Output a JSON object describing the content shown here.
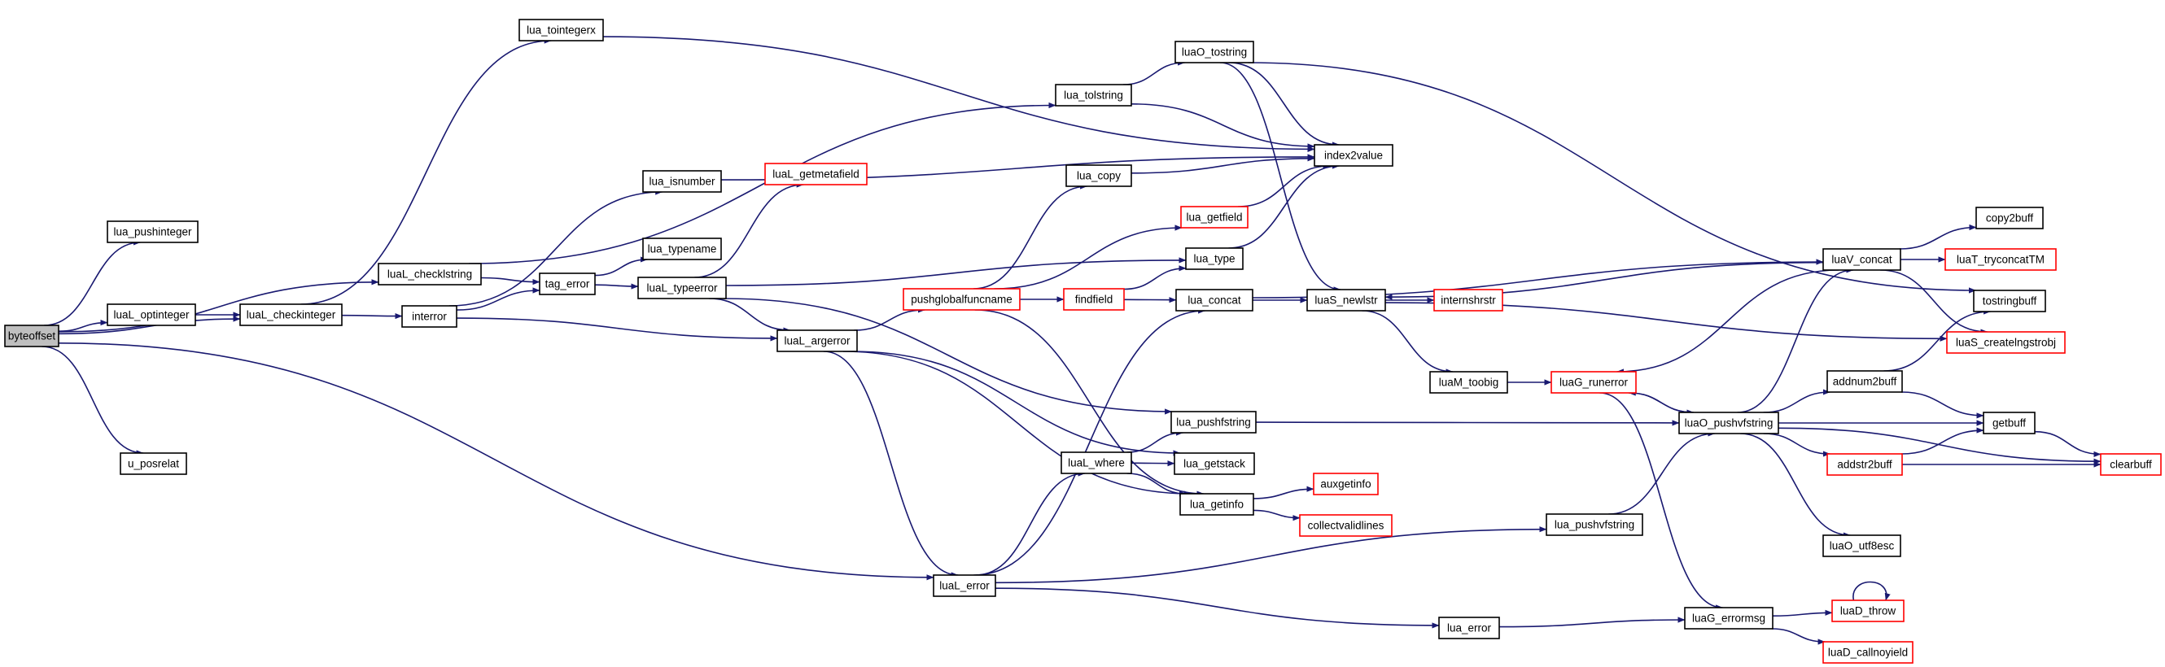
{
  "graph": {
    "title": "",
    "nodes": [
      {
        "id": "byteoffset",
        "label": "byteoffset",
        "root": true
      },
      {
        "id": "lua_pushinteger",
        "label": "lua_pushinteger"
      },
      {
        "id": "luaL_optinteger",
        "label": "luaL_optinteger"
      },
      {
        "id": "u_posrelat",
        "label": "u_posrelat"
      },
      {
        "id": "luaL_checkinteger",
        "label": "luaL_checkinteger"
      },
      {
        "id": "luaL_checklstring",
        "label": "luaL_checklstring"
      },
      {
        "id": "lua_tointegerx",
        "label": "lua_tointegerx"
      },
      {
        "id": "interror",
        "label": "interror"
      },
      {
        "id": "lua_isnumber",
        "label": "lua_isnumber"
      },
      {
        "id": "tag_error",
        "label": "tag_error"
      },
      {
        "id": "lua_typename",
        "label": "lua_typename"
      },
      {
        "id": "luaL_typeerror",
        "label": "luaL_typeerror"
      },
      {
        "id": "luaL_getmetafield",
        "label": "luaL_getmetafield",
        "red": true
      },
      {
        "id": "luaL_argerror",
        "label": "luaL_argerror"
      },
      {
        "id": "luaL_error",
        "label": "luaL_error"
      },
      {
        "id": "pushglobalfuncname",
        "label": "pushglobalfuncname",
        "red": true
      },
      {
        "id": "lua_copy",
        "label": "lua_copy"
      },
      {
        "id": "findfield",
        "label": "findfield",
        "red": true
      },
      {
        "id": "luaL_where",
        "label": "luaL_where"
      },
      {
        "id": "lua_tolstring",
        "label": "lua_tolstring"
      },
      {
        "id": "luaO_tostring",
        "label": "luaO_tostring"
      },
      {
        "id": "lua_getfield",
        "label": "lua_getfield",
        "red": true
      },
      {
        "id": "lua_type",
        "label": "lua_type"
      },
      {
        "id": "lua_concat",
        "label": "lua_concat"
      },
      {
        "id": "lua_pushfstring",
        "label": "lua_pushfstring"
      },
      {
        "id": "lua_getstack",
        "label": "lua_getstack"
      },
      {
        "id": "lua_getinfo",
        "label": "lua_getinfo"
      },
      {
        "id": "index2value",
        "label": "index2value"
      },
      {
        "id": "auxgetinfo",
        "label": "auxgetinfo",
        "red": true
      },
      {
        "id": "collectvalidlines",
        "label": "collectvalidlines",
        "red": true
      },
      {
        "id": "luaS_newlstr",
        "label": "luaS_newlstr"
      },
      {
        "id": "internshrstr",
        "label": "internshrstr",
        "red": true
      },
      {
        "id": "luaM_toobig",
        "label": "luaM_toobig"
      },
      {
        "id": "lua_error",
        "label": "lua_error"
      },
      {
        "id": "lua_pushvfstring",
        "label": "lua_pushvfstring"
      },
      {
        "id": "luaG_runerror",
        "label": "luaG_runerror",
        "red": true
      },
      {
        "id": "luaO_pushvfstring",
        "label": "luaO_pushvfstring"
      },
      {
        "id": "luaG_errormsg",
        "label": "luaG_errormsg"
      },
      {
        "id": "luaV_concat",
        "label": "luaV_concat"
      },
      {
        "id": "luaO_utf8esc",
        "label": "luaO_utf8esc"
      },
      {
        "id": "luaD_throw",
        "label": "luaD_throw",
        "red": true
      },
      {
        "id": "luaD_callnoyield",
        "label": "luaD_callnoyield",
        "red": true
      },
      {
        "id": "copy2buff",
        "label": "copy2buff"
      },
      {
        "id": "luaT_tryconcatTM",
        "label": "luaT_tryconcatTM",
        "red": true
      },
      {
        "id": "tostringbuff",
        "label": "tostringbuff"
      },
      {
        "id": "luaS_createlngstrobj",
        "label": "luaS_createlngstrobj",
        "red": true
      },
      {
        "id": "addnum2buff",
        "label": "addnum2buff"
      },
      {
        "id": "getbuff",
        "label": "getbuff"
      },
      {
        "id": "addstr2buff",
        "label": "addstr2buff",
        "red": true
      },
      {
        "id": "clearbuff",
        "label": "clearbuff",
        "red": true
      }
    ],
    "edges": [
      [
        "byteoffset",
        "lua_pushinteger"
      ],
      [
        "byteoffset",
        "luaL_optinteger"
      ],
      [
        "byteoffset",
        "u_posrelat"
      ],
      [
        "byteoffset",
        "luaL_checkinteger"
      ],
      [
        "byteoffset",
        "luaL_checklstring"
      ],
      [
        "byteoffset",
        "luaL_error"
      ],
      [
        "luaL_optinteger",
        "luaL_checkinteger"
      ],
      [
        "luaL_checkinteger",
        "lua_tointegerx"
      ],
      [
        "luaL_checkinteger",
        "interror"
      ],
      [
        "luaL_checklstring",
        "lua_tolstring"
      ],
      [
        "luaL_checklstring",
        "tag_error"
      ],
      [
        "interror",
        "lua_isnumber"
      ],
      [
        "interror",
        "tag_error"
      ],
      [
        "interror",
        "luaL_argerror"
      ],
      [
        "tag_error",
        "lua_typename"
      ],
      [
        "tag_error",
        "luaL_typeerror"
      ],
      [
        "luaL_typeerror",
        "luaL_getmetafield"
      ],
      [
        "luaL_typeerror",
        "lua_type"
      ],
      [
        "luaL_typeerror",
        "luaL_argerror"
      ],
      [
        "luaL_typeerror",
        "lua_pushfstring"
      ],
      [
        "luaL_argerror",
        "pushglobalfuncname"
      ],
      [
        "luaL_argerror",
        "lua_getstack"
      ],
      [
        "luaL_argerror",
        "lua_getinfo"
      ],
      [
        "luaL_argerror",
        "luaL_error"
      ],
      [
        "luaL_error",
        "luaL_where"
      ],
      [
        "luaL_error",
        "lua_concat"
      ],
      [
        "luaL_error",
        "lua_pushvfstring"
      ],
      [
        "luaL_error",
        "lua_error"
      ],
      [
        "pushglobalfuncname",
        "lua_copy"
      ],
      [
        "pushglobalfuncname",
        "lua_getfield"
      ],
      [
        "pushglobalfuncname",
        "findfield"
      ],
      [
        "pushglobalfuncname",
        "lua_getinfo"
      ],
      [
        "findfield",
        "lua_type"
      ],
      [
        "findfield",
        "lua_concat"
      ],
      [
        "luaL_where",
        "lua_pushfstring"
      ],
      [
        "luaL_where",
        "lua_getstack"
      ],
      [
        "luaL_where",
        "lua_getinfo"
      ],
      [
        "lua_tointegerx",
        "index2value"
      ],
      [
        "lua_isnumber",
        "index2value"
      ],
      [
        "lua_tolstring",
        "luaO_tostring"
      ],
      [
        "lua_tolstring",
        "index2value"
      ],
      [
        "luaO_tostring",
        "index2value"
      ],
      [
        "luaO_tostring",
        "luaS_newlstr"
      ],
      [
        "luaO_tostring",
        "tostringbuff"
      ],
      [
        "lua_copy",
        "index2value"
      ],
      [
        "lua_getfield",
        "index2value"
      ],
      [
        "lua_type",
        "index2value"
      ],
      [
        "lua_concat",
        "luaV_concat"
      ],
      [
        "lua_concat",
        "luaS_newlstr"
      ],
      [
        "lua_pushfstring",
        "luaO_pushvfstring"
      ],
      [
        "lua_getinfo",
        "auxgetinfo"
      ],
      [
        "lua_getinfo",
        "collectvalidlines"
      ],
      [
        "luaS_newlstr",
        "internshrstr"
      ],
      [
        "luaS_newlstr",
        "luaM_toobig"
      ],
      [
        "luaS_newlstr",
        "luaS_createlngstrobj"
      ],
      [
        "luaM_toobig",
        "luaG_runerror"
      ],
      [
        "luaG_runerror",
        "luaO_pushvfstring"
      ],
      [
        "luaG_runerror",
        "luaG_errormsg"
      ],
      [
        "lua_pushvfstring",
        "luaO_pushvfstring"
      ],
      [
        "lua_error",
        "luaG_errormsg"
      ],
      [
        "luaG_errormsg",
        "luaD_throw"
      ],
      [
        "luaG_errormsg",
        "luaD_callnoyield"
      ],
      [
        "luaD_throw",
        "luaD_throw"
      ],
      [
        "luaV_concat",
        "copy2buff"
      ],
      [
        "luaV_concat",
        "luaT_tryconcatTM"
      ],
      [
        "luaV_concat",
        "luaS_createlngstrobj"
      ],
      [
        "luaV_concat",
        "luaS_newlstr"
      ],
      [
        "luaV_concat",
        "luaG_runerror"
      ],
      [
        "luaO_pushvfstring",
        "luaV_concat"
      ],
      [
        "luaO_pushvfstring",
        "luaG_runerror"
      ],
      [
        "luaO_pushvfstring",
        "addnum2buff"
      ],
      [
        "luaO_pushvfstring",
        "getbuff"
      ],
      [
        "luaO_pushvfstring",
        "addstr2buff"
      ],
      [
        "luaO_pushvfstring",
        "clearbuff"
      ],
      [
        "luaO_pushvfstring",
        "luaO_utf8esc"
      ],
      [
        "addnum2buff",
        "tostringbuff"
      ],
      [
        "addnum2buff",
        "getbuff"
      ],
      [
        "addstr2buff",
        "getbuff"
      ],
      [
        "addstr2buff",
        "clearbuff"
      ],
      [
        "getbuff",
        "clearbuff"
      ]
    ]
  }
}
